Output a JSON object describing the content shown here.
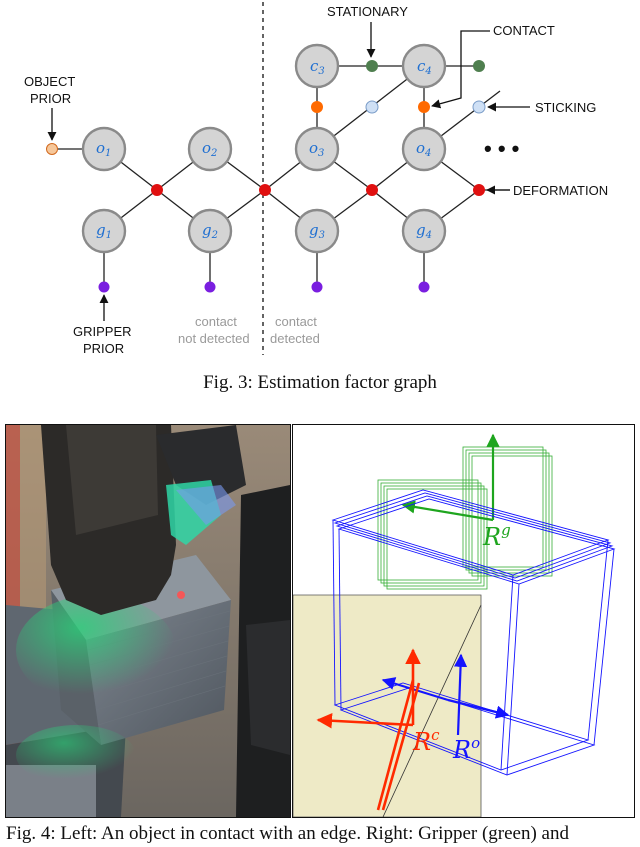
{
  "fig3": {
    "labels": {
      "stationary": "STATIONARY",
      "contact": "CONTACT",
      "object_prior_1": "OBJECT",
      "object_prior_2": "PRIOR",
      "sticking": "STICKING",
      "deformation": "DEFORMATION",
      "gripper_prior_1": "GRIPPER",
      "gripper_prior_2": "PRIOR",
      "not_detected_1": "contact",
      "not_detected_2": "not detected",
      "detected_1": "contact",
      "detected_2": "detected",
      "ellipsis": "• • •"
    },
    "nodes": {
      "c3": {
        "base": "c",
        "sub": "3"
      },
      "c4": {
        "base": "c",
        "sub": "4"
      },
      "o1": {
        "base": "o",
        "sub": "1"
      },
      "o2": {
        "base": "o",
        "sub": "2"
      },
      "o3": {
        "base": "o",
        "sub": "3"
      },
      "o4": {
        "base": "o",
        "sub": "4"
      },
      "g1": {
        "base": "g",
        "sub": "1"
      },
      "g2": {
        "base": "g",
        "sub": "2"
      },
      "g3": {
        "base": "g",
        "sub": "3"
      },
      "g4": {
        "base": "g",
        "sub": "4"
      }
    },
    "caption": "Fig. 3: Estimation factor graph"
  },
  "fig4": {
    "frame_labels": {
      "rg_base": "R",
      "rg_sup": "g",
      "rc_base": "R",
      "rc_sup": "c",
      "ro_base": "R",
      "ro_sup": "o"
    },
    "caption": "Fig. 4: Left: An object in contact with an edge. Right: Gripper (green) and"
  },
  "colors": {
    "node_fill": "#d4d4d4",
    "node_stroke": "#8a8a8a",
    "deformation_factor": "#e01010",
    "contact_factor": "#ff6a00",
    "sticking_factor": "#cfe0f5",
    "stationary_factor": "#4f7f4f",
    "gripper_prior_factor": "#7a1ee0",
    "object_prior_factor": "#f6c79a",
    "gripper_green": "#1ea51e",
    "object_blue": "#1414ff",
    "contact_red": "#ff2a00"
  }
}
